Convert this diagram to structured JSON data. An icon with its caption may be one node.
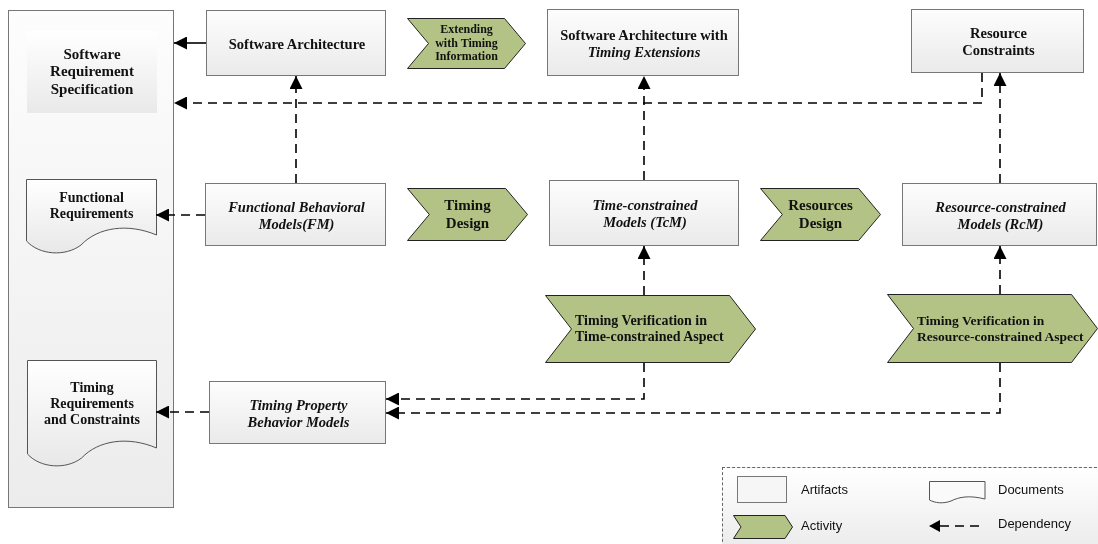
{
  "diagram": {
    "nodes": [
      {
        "text": [
          "Software Requirement Specification"
        ]
      },
      {
        "text": [
          "Functional Requirements"
        ],
        "in": 0
      },
      {
        "text": [
          "Timing Requirements and Constraints"
        ],
        "in": 0
      },
      {
        "text": [
          "Software Architecture"
        ]
      },
      {
        "text": [
          "Software Architecture with *Timing Extensions*"
        ]
      },
      {
        "text": [
          "Resource Constraints"
        ]
      },
      {
        "text": [
          "Functional Behavioral Models(FM)"
        ]
      },
      {
        "text": [
          "Time-constrained Models (TcM)"
        ]
      },
      {
        "text": [
          "Resource-constrained Models (RcM)"
        ]
      },
      {
        "text": [
          "Timing Verification in Time-constrained Aspect"
        ]
      },
      {
        "text": [
          "Timing Verification in Resource-constrained Aspect"
        ]
      },
      {
        "text": [
          "Timing Property Behavior Models"
        ]
      }
    ],
    "edges": [
      {
        "from": 3,
        "to": 0,
        "arrow": "to"
      },
      {
        "from": 5,
        "to": 0,
        "arrow": "to",
        "style": "dashed"
      },
      {
        "from": 6,
        "to": 3,
        "arrow": "to",
        "style": "dashed"
      },
      {
        "from": 7,
        "to": 4,
        "arrow": "to",
        "style": "dashed"
      },
      {
        "from": 8,
        "to": 5,
        "arrow": "to",
        "style": "dashed"
      },
      {
        "from": 6,
        "to": 1,
        "arrow": "to",
        "style": "dashed"
      },
      {
        "from": 9,
        "to": 7,
        "arrow": "to",
        "style": "dashed"
      },
      {
        "from": 10,
        "to": 8,
        "arrow": "to",
        "style": "dashed"
      },
      {
        "from": 9,
        "to": 11,
        "arrow": "to",
        "style": "dashed"
      },
      {
        "from": 10,
        "to": 11,
        "arrow": "to",
        "style": "dashed"
      },
      {
        "from": 11,
        "to": 2,
        "arrow": "to",
        "style": "dashed"
      },
      {
        "from": 3,
        "to": 4,
        "arrow": "to",
        "label": "Extending with Timing Information"
      },
      {
        "from": 6,
        "to": 7,
        "arrow": "to",
        "label": "Timing Design"
      },
      {
        "from": 7,
        "to": 8,
        "arrow": "to",
        "label": "Resources Design"
      }
    ],
    "legend": [
      {
        "text": "Artifacts"
      },
      {
        "text": "Documents"
      },
      {
        "text": "Activity"
      },
      {
        "text": "Dependency"
      }
    ]
  }
}
